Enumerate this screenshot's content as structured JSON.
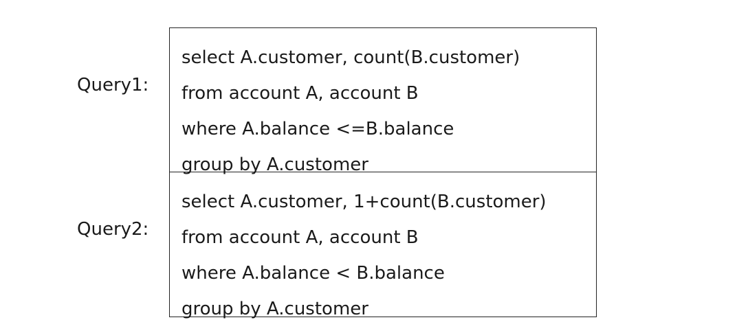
{
  "queries": [
    {
      "label": "Query1:",
      "lines": [
        "select A.customer, count(B.customer)",
        "from account A, account B",
        "where A.balance <=B.balance",
        "group by A.customer"
      ]
    },
    {
      "label": "Query2:",
      "lines": [
        "select A.customer, 1+count(B.customer)",
        "from account A, account B",
        "where A.balance < B.balance",
        "group by A.customer"
      ]
    }
  ]
}
